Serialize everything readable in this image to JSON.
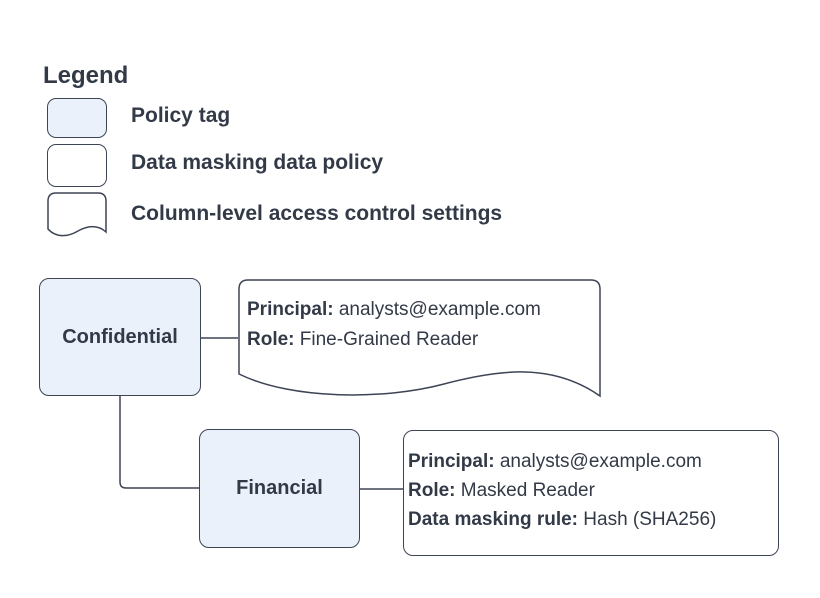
{
  "colors": {
    "policy_tag_fill": "#eaf1fb",
    "shape_border": "#3d4454",
    "text": "#333a47",
    "background": "#ffffff"
  },
  "legend": {
    "title": "Legend",
    "items": [
      {
        "swatch": "policy-tag-swatch",
        "label": "Policy tag"
      },
      {
        "swatch": "data-masking-policy-swatch",
        "label": "Data masking data policy"
      },
      {
        "swatch": "column-access-swatch",
        "label": "Column-level access control settings"
      }
    ]
  },
  "diagram": {
    "nodes": {
      "confidential": {
        "label": "Confidential",
        "type": "policy-tag"
      },
      "financial": {
        "label": "Financial",
        "type": "policy-tag"
      },
      "confidential_access": {
        "type": "column-level-access-control-settings",
        "lines": [
          {
            "label": "Principal:",
            "value": " analysts@example.com"
          },
          {
            "label": "Role:",
            "value": " Fine-Grained Reader"
          }
        ]
      },
      "financial_policy": {
        "type": "data-masking-data-policy",
        "lines": [
          {
            "label": "Principal:",
            "value": " analysts@example.com"
          },
          {
            "label": "Role:",
            "value": " Masked Reader"
          },
          {
            "label": "Data masking rule:",
            "value": " Hash (SHA256)"
          }
        ]
      }
    },
    "edges": [
      {
        "from": "confidential",
        "to": "confidential_access"
      },
      {
        "from": "confidential",
        "to": "financial"
      },
      {
        "from": "financial",
        "to": "financial_policy"
      }
    ]
  }
}
